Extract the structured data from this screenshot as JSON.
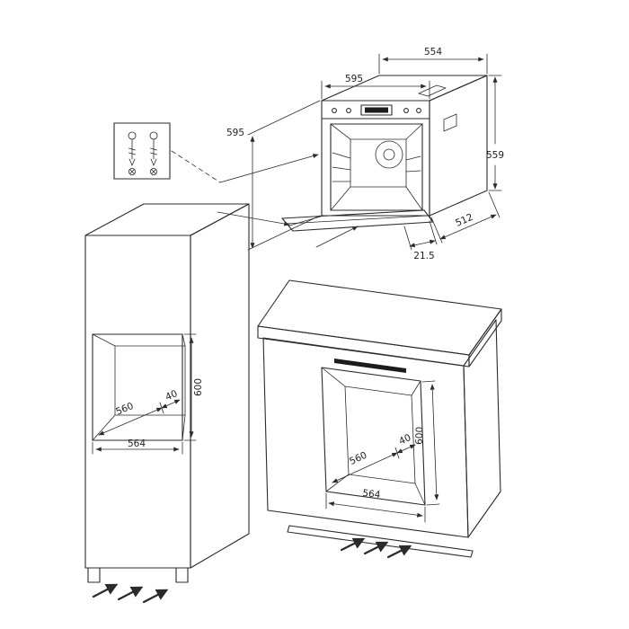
{
  "meta": {
    "title": "Built-in oven installation drawing"
  },
  "dims": {
    "oven": {
      "top_width": "554",
      "front_width": "595",
      "left_height": "595",
      "right_height": "559",
      "depth": "512",
      "door_gap": "21.5"
    },
    "tall_cabinet": {
      "height": "600",
      "depth": "560",
      "back_gap": "40",
      "width": "564"
    },
    "base_cabinet": {
      "height": "600",
      "depth": "560",
      "back_gap": "40",
      "width": "564"
    }
  },
  "colors": {
    "line": "#2b2b2b",
    "text": "#1f1f1f",
    "accent_bar": "#1c1c1c",
    "background": "#ffffff"
  }
}
